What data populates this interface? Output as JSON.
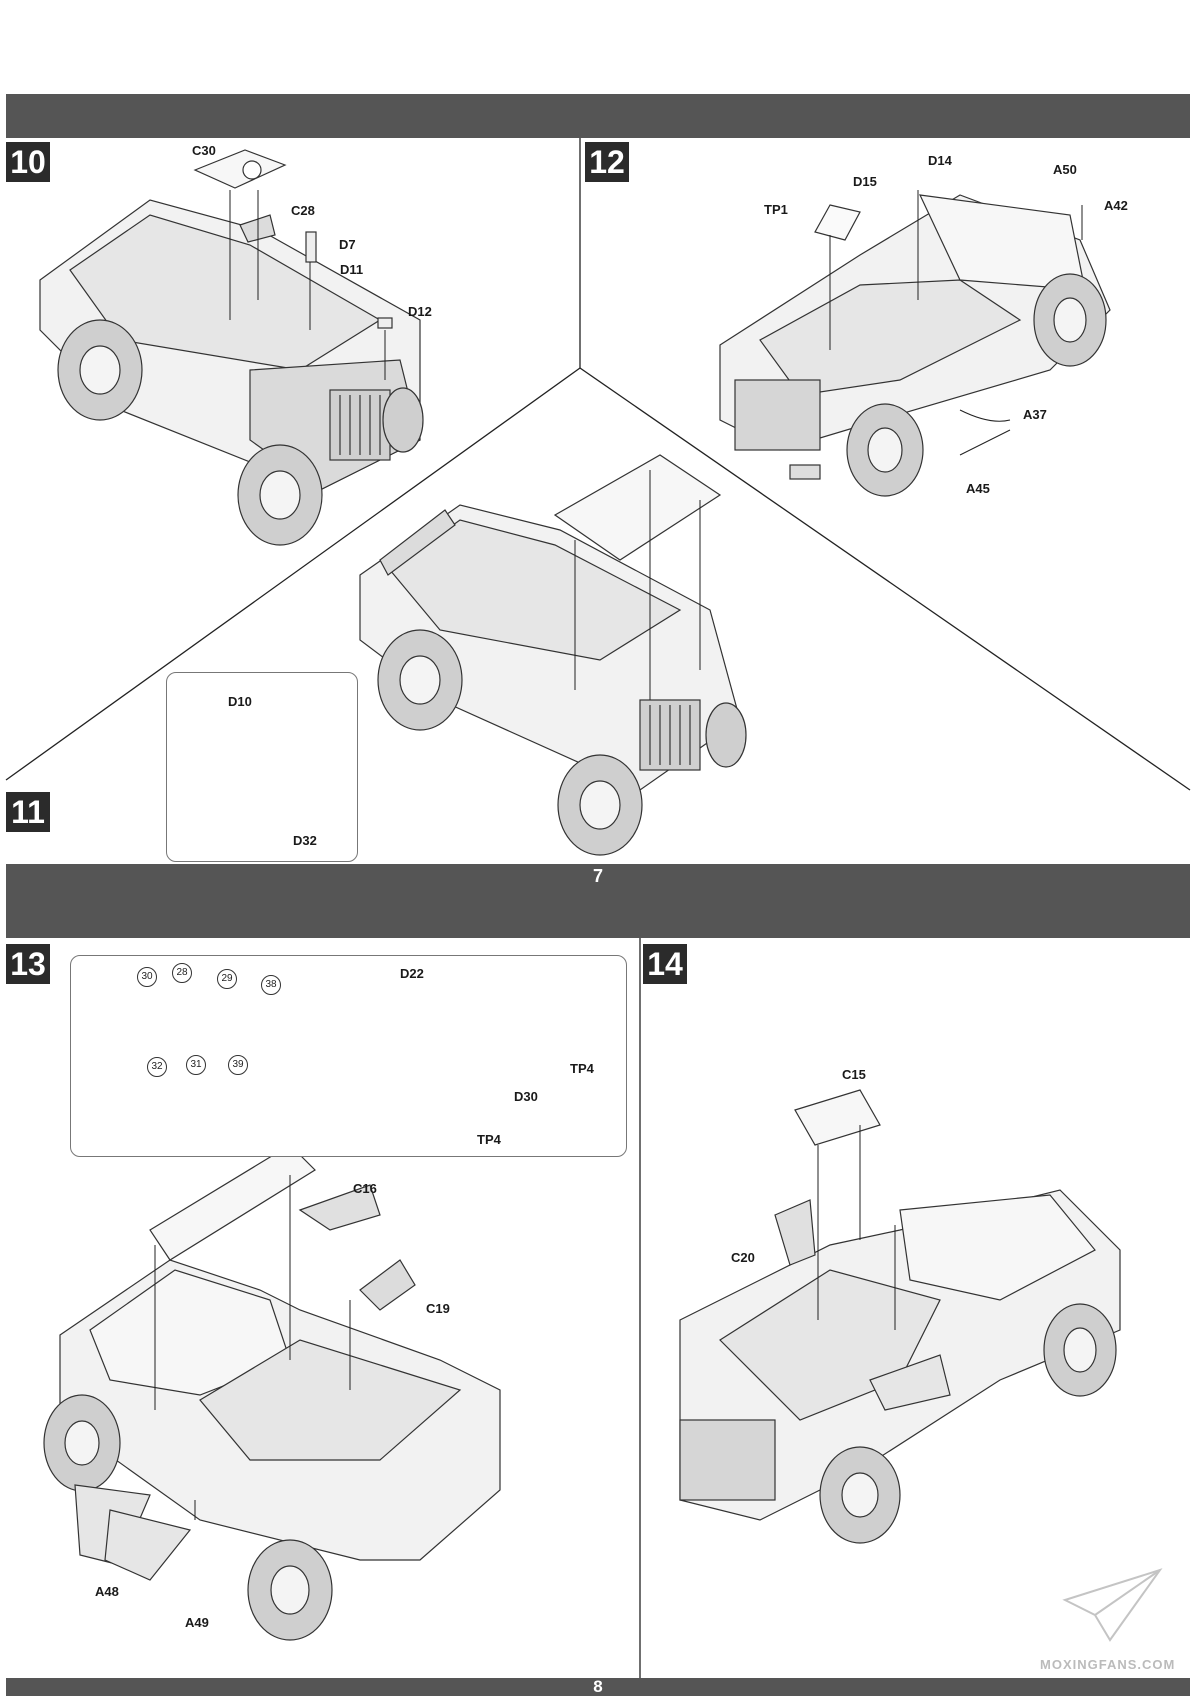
{
  "page_top": {
    "page_number": "7"
  },
  "page_bottom": {
    "page_number": "8"
  },
  "steps": {
    "s10": "10",
    "s11": "11",
    "s12": "12",
    "s13": "13",
    "s14": "14"
  },
  "step10": {
    "parts": [
      "C30",
      "C28",
      "D7",
      "D11",
      "D12"
    ]
  },
  "step11": {
    "parts": [
      "D10",
      "D32"
    ]
  },
  "step12": {
    "parts": [
      "D14",
      "D15",
      "A50",
      "A42",
      "TP1",
      "A37",
      "A45"
    ]
  },
  "step13": {
    "gauges": [
      "30",
      "28",
      "29",
      "38",
      "32",
      "31",
      "39"
    ],
    "parts": [
      "D22",
      "D30",
      "TP4",
      "TP4",
      "C16",
      "C19",
      "A48",
      "A49"
    ]
  },
  "step14": {
    "parts": [
      "C15",
      "C20"
    ]
  },
  "watermark": "MOXINGFANS.COM",
  "colors": {
    "band": "#555555",
    "step_box": "#2b2b2b",
    "line": "#222222"
  }
}
